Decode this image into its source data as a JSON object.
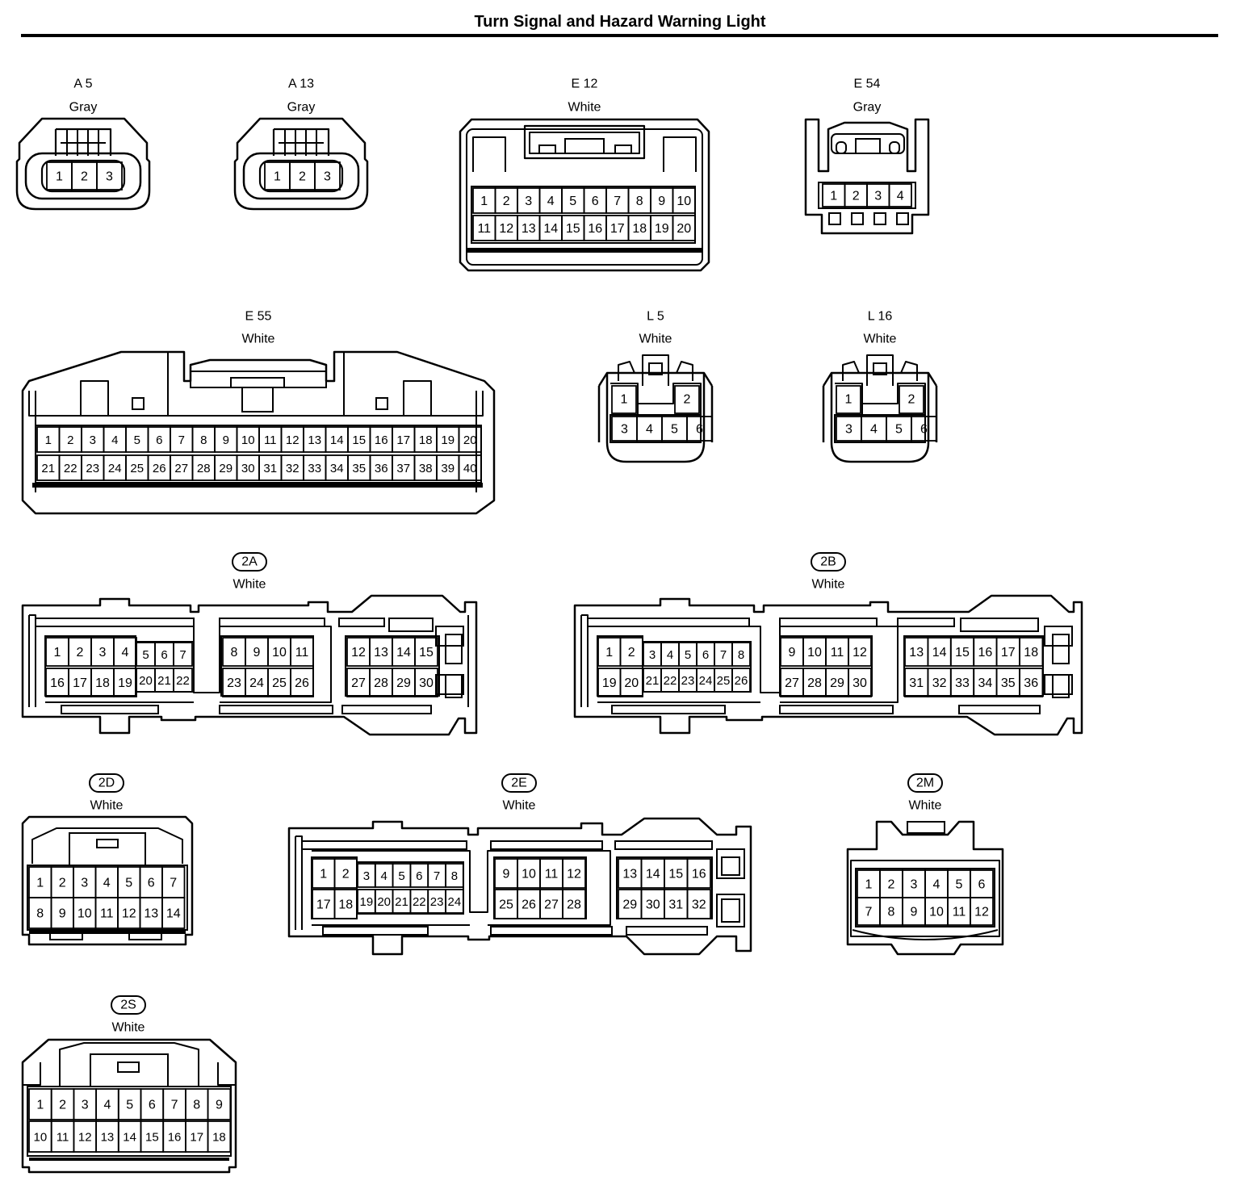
{
  "title": "Turn Signal and Hazard Warning Light",
  "connectors": [
    {
      "id": "A 5",
      "color": "Gray",
      "circled": false,
      "pins": [
        "1",
        "2",
        "3"
      ]
    },
    {
      "id": "A 13",
      "color": "Gray",
      "circled": false,
      "pins": [
        "1",
        "2",
        "3"
      ]
    },
    {
      "id": "E 12",
      "color": "White",
      "circled": false,
      "pins": [
        "1",
        "2",
        "3",
        "4",
        "5",
        "6",
        "7",
        "8",
        "9",
        "10",
        "11",
        "12",
        "13",
        "14",
        "15",
        "16",
        "17",
        "18",
        "19",
        "20"
      ]
    },
    {
      "id": "E 54",
      "color": "Gray",
      "circled": false,
      "pins": [
        "1",
        "2",
        "3",
        "4"
      ]
    },
    {
      "id": "E 55",
      "color": "White",
      "circled": false,
      "pins": [
        "1",
        "2",
        "3",
        "4",
        "5",
        "6",
        "7",
        "8",
        "9",
        "10",
        "11",
        "12",
        "13",
        "14",
        "15",
        "16",
        "17",
        "18",
        "19",
        "20",
        "21",
        "22",
        "23",
        "24",
        "25",
        "26",
        "27",
        "28",
        "29",
        "30",
        "31",
        "32",
        "33",
        "34",
        "35",
        "36",
        "37",
        "38",
        "39",
        "40"
      ]
    },
    {
      "id": "L 5",
      "color": "White",
      "circled": false,
      "pins": [
        "1",
        "2",
        "3",
        "4",
        "5",
        "6"
      ]
    },
    {
      "id": "L 16",
      "color": "White",
      "circled": false,
      "pins": [
        "1",
        "2",
        "3",
        "4",
        "5",
        "6"
      ]
    },
    {
      "id": "2A",
      "color": "White",
      "circled": true,
      "pins": [
        "1",
        "2",
        "3",
        "4",
        "5",
        "6",
        "7",
        "8",
        "9",
        "10",
        "11",
        "12",
        "13",
        "14",
        "15",
        "16",
        "17",
        "18",
        "19",
        "20",
        "21",
        "22",
        "23",
        "24",
        "25",
        "26",
        "27",
        "28",
        "29",
        "30"
      ]
    },
    {
      "id": "2B",
      "color": "White",
      "circled": true,
      "pins": [
        "1",
        "2",
        "3",
        "4",
        "5",
        "6",
        "7",
        "8",
        "9",
        "10",
        "11",
        "12",
        "13",
        "14",
        "15",
        "16",
        "17",
        "18",
        "19",
        "20",
        "21",
        "22",
        "23",
        "24",
        "25",
        "26",
        "27",
        "28",
        "29",
        "30",
        "31",
        "32",
        "33",
        "34",
        "35",
        "36"
      ]
    },
    {
      "id": "2D",
      "color": "White",
      "circled": true,
      "pins": [
        "1",
        "2",
        "3",
        "4",
        "5",
        "6",
        "7",
        "8",
        "9",
        "10",
        "11",
        "12",
        "13",
        "14"
      ]
    },
    {
      "id": "2E",
      "color": "White",
      "circled": true,
      "pins": [
        "1",
        "2",
        "3",
        "4",
        "5",
        "6",
        "7",
        "8",
        "9",
        "10",
        "11",
        "12",
        "13",
        "14",
        "15",
        "16",
        "17",
        "18",
        "19",
        "20",
        "21",
        "22",
        "23",
        "24",
        "25",
        "26",
        "27",
        "28",
        "29",
        "30",
        "31",
        "32"
      ]
    },
    {
      "id": "2M",
      "color": "White",
      "circled": true,
      "pins": [
        "1",
        "2",
        "3",
        "4",
        "5",
        "6",
        "7",
        "8",
        "9",
        "10",
        "11",
        "12"
      ]
    },
    {
      "id": "2S",
      "color": "White",
      "circled": true,
      "pins": [
        "1",
        "2",
        "3",
        "4",
        "5",
        "6",
        "7",
        "8",
        "9",
        "10",
        "11",
        "12",
        "13",
        "14",
        "15",
        "16",
        "17",
        "18"
      ]
    }
  ]
}
